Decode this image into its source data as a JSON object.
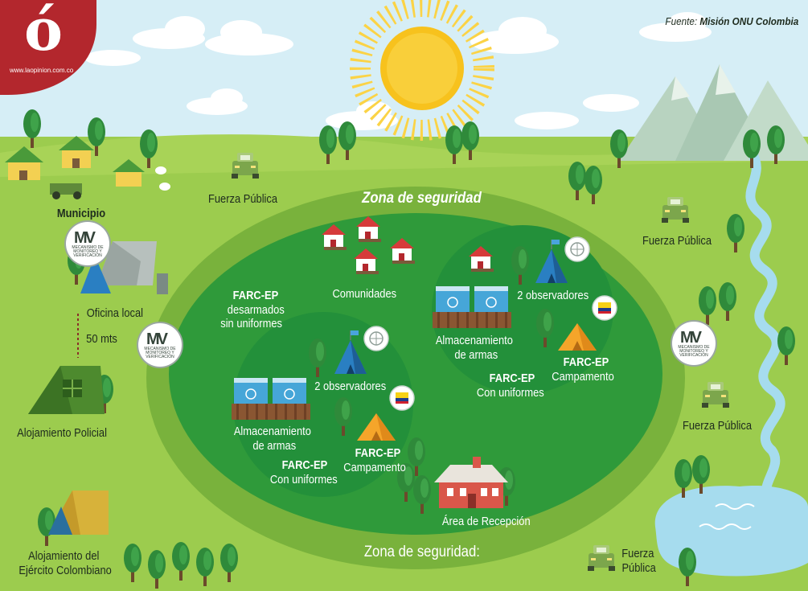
{
  "source": {
    "prefix": "Fuente:",
    "name": "Misión ONU Colombia"
  },
  "logo": {
    "mark": "ó",
    "url": "www.laopinion.com.co"
  },
  "zone": {
    "title": "Zona de seguridad",
    "bottom": "Zona de seguridad:"
  },
  "labels": {
    "municipio": "Municipio",
    "oficina": "Oficina local",
    "distance": "50 mts",
    "alojamiento_policial": "Alojamiento Policial",
    "alojamiento_ejercito_1": "Alojamiento del",
    "alojamiento_ejercito_2": "Ejército Colombiano",
    "fuerza_publica": "Fuerza Pública",
    "fuerza": "Fuerza",
    "publica": "Pública",
    "farc_desarmados_1": "FARC-EP",
    "farc_desarmados_2": "desarmados",
    "farc_desarmados_3": "sin uniformes",
    "comunidades": "Comunidades",
    "observadores": "2 observadores",
    "almacenamiento_1": "Almacenamiento",
    "almacenamiento_2": "de armas",
    "farc": "FARC-EP",
    "campamento": "Campamento",
    "con_uniformes": "Con uniformes",
    "recepcion": "Área de Recepción"
  },
  "monitor_badge": {
    "mark": "MV",
    "text": "MECANISMO DE MONITOREO Y VERIFICACIÓN"
  },
  "colors": {
    "sky": "#d6eef6",
    "ground": "#9ccc4e",
    "outer_zone": "#79b23c",
    "inner_zone": "#2f9a3a",
    "camp": "#23903a",
    "logo": "#b3272d",
    "sun": "#f7c21d",
    "lake": "#a6dcee"
  }
}
